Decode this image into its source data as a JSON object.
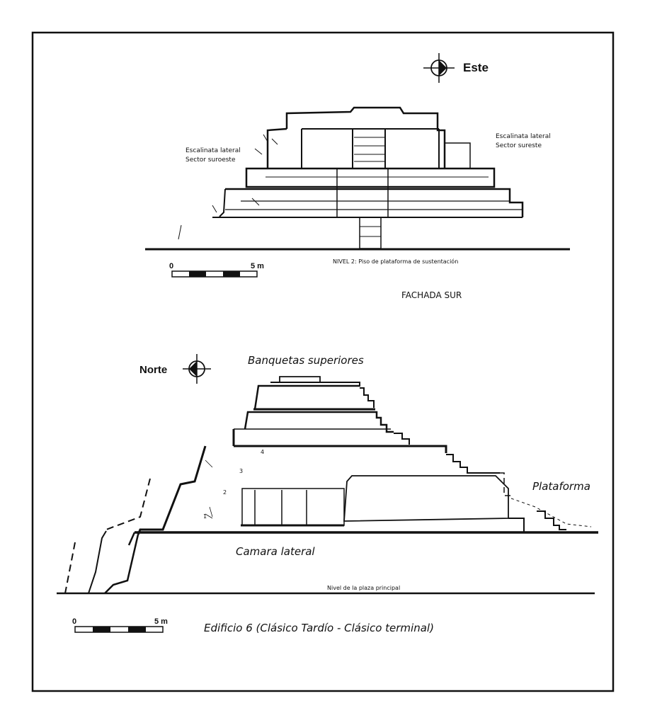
{
  "top": {
    "compass_label": "Este",
    "left_note": [
      "Escalinata lateral",
      "Sector suroeste"
    ],
    "right_note": [
      "Escalinata lateral",
      "Sector sureste"
    ],
    "level_label": "NIVEL 2: Piso de plataforma de sustentación",
    "scale_start": "0",
    "scale_end": "5 m",
    "facade_label": "FACHADA SUR"
  },
  "bottom": {
    "compass_label": "Norte",
    "title_upper": "Banquetas superiores",
    "platform_label": "Plataforma",
    "chamber_label": "Camara lateral",
    "plaza_label": "Nivel de la plaza principal",
    "scale_start": "0",
    "scale_end": "5 m",
    "caption": "Edificio 6 (Clásico Tardío - Clásico terminal)",
    "step_numbers": [
      "1",
      "2",
      "3",
      "4"
    ]
  }
}
